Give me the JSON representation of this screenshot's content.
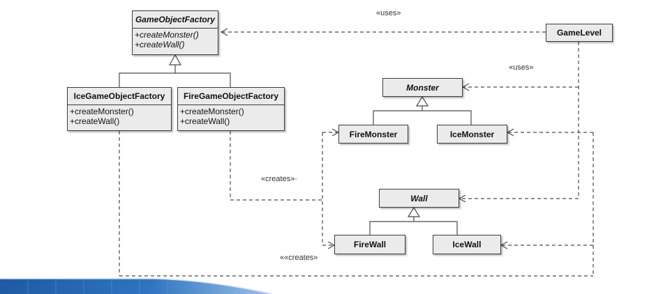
{
  "classes": {
    "game_object_factory": {
      "name": "GameObjectFactory",
      "methods": [
        "+createMonster()",
        "+createWall()"
      ]
    },
    "ice_game_object_factory": {
      "name": "IceGameObjectFactory",
      "methods": [
        "+createMonster()",
        "+createWall()"
      ]
    },
    "fire_game_object_factory": {
      "name": "FireGameObjectFactory",
      "methods": [
        "+createMonster()",
        "+createWall()"
      ]
    },
    "game_level": {
      "name": "GameLevel"
    },
    "monster": {
      "name": "Monster"
    },
    "fire_monster": {
      "name": "FireMonster"
    },
    "ice_monster": {
      "name": "IceMonster"
    },
    "wall": {
      "name": "Wall"
    },
    "fire_wall": {
      "name": "FireWall"
    },
    "ice_wall": {
      "name": "IceWall"
    }
  },
  "stereotypes": {
    "uses_top": "«uses»",
    "uses_right": "«uses»",
    "creates_middle": "«creates»·",
    "creates_bottom": "««creates»"
  },
  "colors": {
    "box_fill": "#ebebeb",
    "line": "#4a4a4a",
    "footer_blue": "#2d6db5"
  }
}
